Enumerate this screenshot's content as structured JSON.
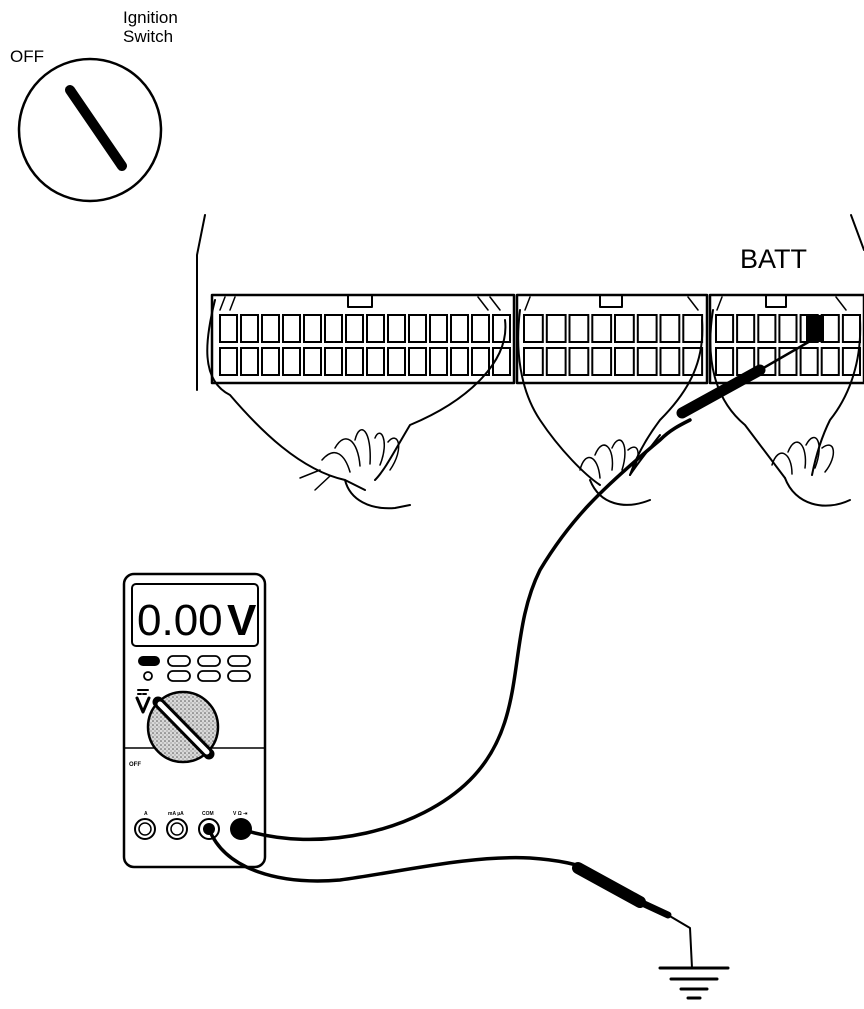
{
  "ignition": {
    "title_line1": "Ignition",
    "title_line2": "Switch",
    "position_label": "OFF"
  },
  "connector": {
    "pin_label": "BATT"
  },
  "multimeter": {
    "display_reading": "0.00",
    "display_unit": "V",
    "dial_off_label": "OFF",
    "jack_a_label": "A",
    "jack_ma_label": "mA µA",
    "jack_com_label": "COM",
    "jack_v_label": "V Ω ⇥"
  },
  "colors": {
    "ink": "#000000",
    "background": "#ffffff",
    "dial_shading": "#9a9a9a"
  },
  "icons": [
    "ignition-key-icon",
    "ground-symbol-icon",
    "volt-dc-icon"
  ]
}
